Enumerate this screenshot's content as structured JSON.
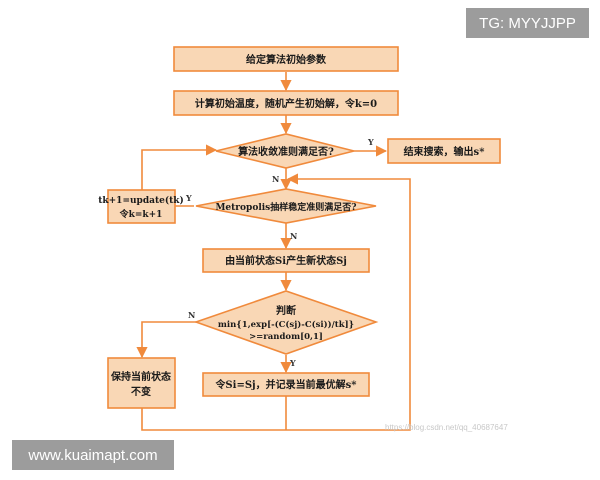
{
  "watermarks": {
    "tag": "TG: MYYJJPP",
    "url": "www.kuaimapt.com",
    "blog": "https://blog.csdn.net/qq_40687647"
  },
  "colors": {
    "fill": "#f9d7b5",
    "stroke": "#f08a3c",
    "line": "#f08a3c",
    "text": "#1a1a1a"
  },
  "nodes": {
    "init_params": "给定算法初始参数",
    "init_temp": "计算初始温度，随机产生初始解，令k=0",
    "converge": "算法收敛准则满足否?",
    "end": "结束搜索，输出s*",
    "update_temp_line1": "tk+1=update(tk)",
    "update_temp_line2": "令k=k+1",
    "metropolis": "Metropolis抽样稳定准则满足否?",
    "new_state": "由当前状态Si产生新状态Sj",
    "judge_line1": "判断",
    "judge_line2": "min{1,exp[-(C(sj)-C(si))/tk]}",
    "judge_line3": ">=random[0,1]",
    "keep_line1": "保持当前状态",
    "keep_line2": "不变",
    "accept": "令Si=Sj，并记录当前最优解s*"
  },
  "edge_labels": {
    "converge_yes": "Y",
    "converge_no": "N",
    "metropolis_yes": "Y",
    "metropolis_no": "N",
    "judge_no": "N",
    "judge_yes": "Y"
  }
}
